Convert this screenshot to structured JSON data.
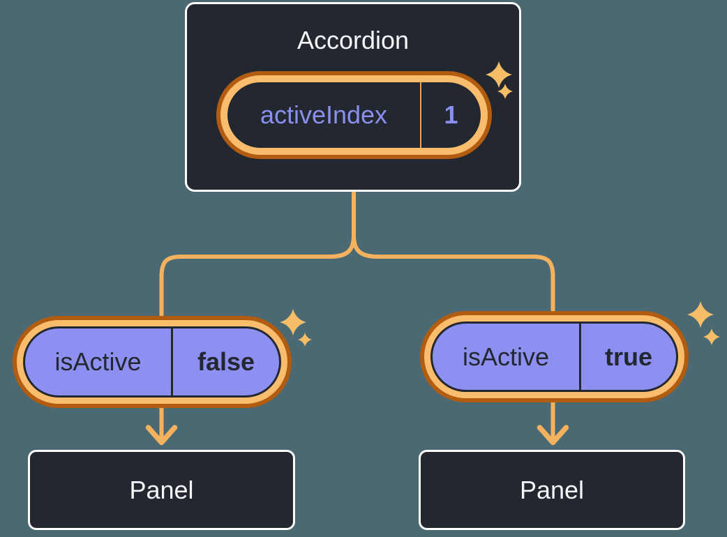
{
  "diagram": {
    "background_color": "#4b6973",
    "root": {
      "title": "Accordion",
      "state_pill": {
        "label": "activeIndex",
        "value": "1"
      }
    },
    "children": [
      {
        "prop_pill": {
          "label": "isActive",
          "value": "false"
        },
        "panel_title": "Panel"
      },
      {
        "prop_pill": {
          "label": "isActive",
          "value": "true"
        },
        "panel_title": "Panel"
      }
    ],
    "icons": {
      "sparkle": "four-point-star",
      "arrowhead": "chevron-down"
    },
    "colors": {
      "node_fill": "#23272f",
      "node_border": "#ffffff",
      "node_text": "#f6f7f9",
      "state_text": "#8a90f0",
      "state_divider": "#eda450",
      "prop_fill": "#8d90f0",
      "prop_text": "#23272f",
      "ring_outer": "#b25c12",
      "ring_inner": "#fabd6e",
      "connector": "#f4b25e",
      "sparkle": "#f6bd68"
    }
  }
}
